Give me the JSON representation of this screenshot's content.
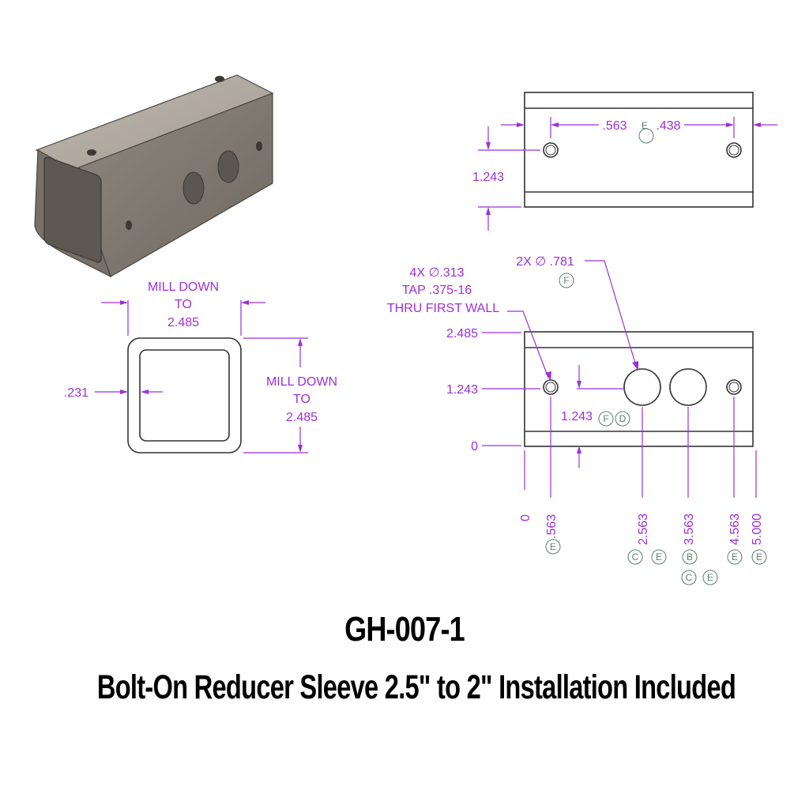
{
  "section_view": {
    "mill_width": [
      "MILL DOWN",
      "TO",
      "2.485"
    ],
    "mill_height": [
      "MILL DOWN",
      "TO",
      "2.485"
    ],
    "wall": ".231"
  },
  "top_view": {
    "left_offset": ".563",
    "datum": "E",
    "right_offset": ".438",
    "height": "1.243"
  },
  "front_view": {
    "tapped_note": [
      "4X ∅.313",
      "TAP .375-16",
      "THRU FIRST WALL"
    ],
    "bore_note": "2X ∅ .781",
    "bore_datum": "F",
    "y_top": "2.485",
    "y_mid": "1.243",
    "y_zero": "0",
    "center_dim": "1.243",
    "center_datums": [
      "F",
      "D"
    ],
    "x_positions": [
      "0",
      ".563",
      "2.563",
      "3.563",
      "4.563",
      "5.000"
    ],
    "x_datums": [
      [
        "E"
      ],
      [
        "C",
        "E"
      ],
      [
        "B",
        "C",
        "E"
      ],
      [
        "E"
      ],
      [
        "E"
      ]
    ]
  },
  "part_number": "GH-007-1",
  "product_title": "Bolt-On Reducer Sleeve 2.5\" to 2\" Installation Included"
}
